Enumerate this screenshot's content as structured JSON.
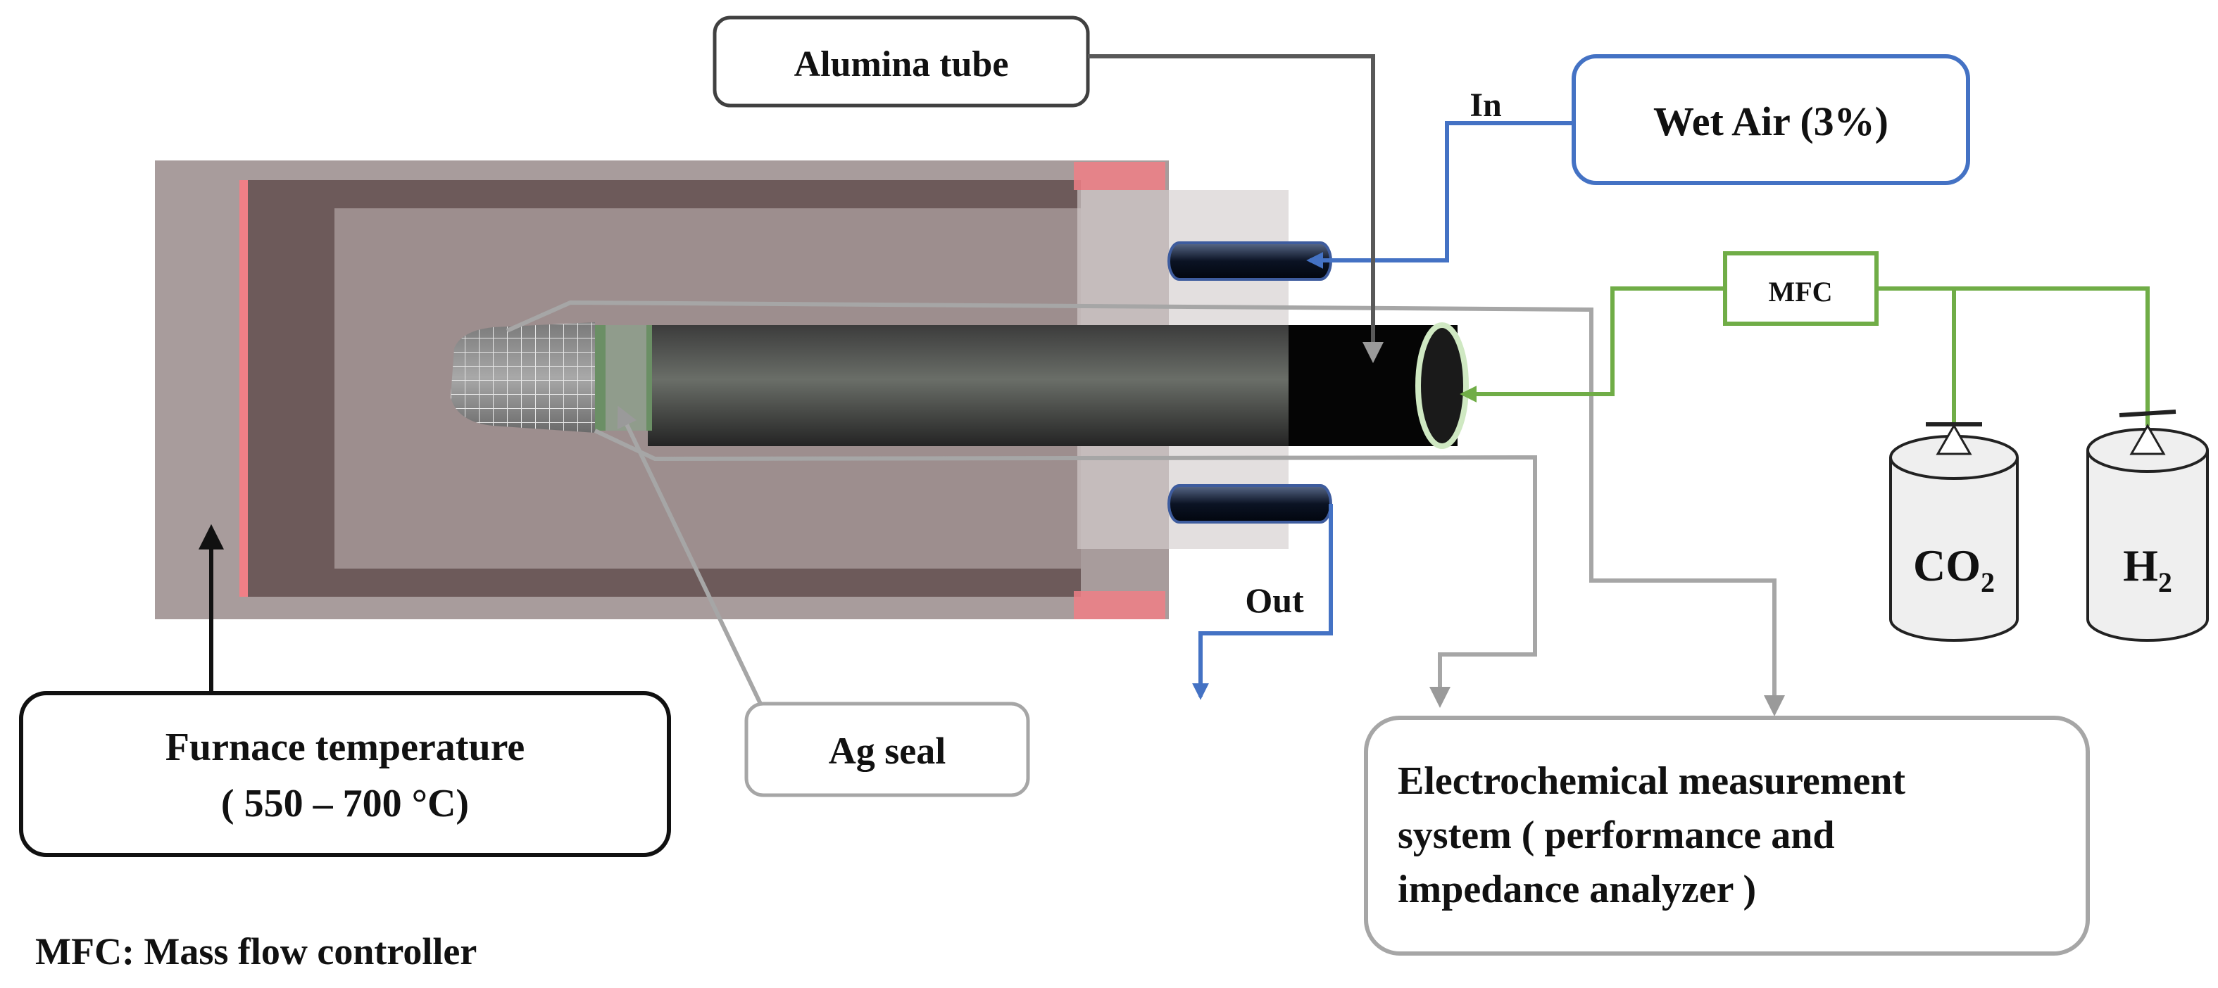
{
  "labels": {
    "alumina_tube": "Alumina tube",
    "inlet": "In",
    "wet_air": "Wet Air (3%)",
    "mfc": "MFC",
    "co2_main": "CO",
    "co2_sub": "2",
    "h2_main": "H",
    "h2_sub": "2",
    "outlet": "Out",
    "furnace_line1": "Furnace temperature",
    "furnace_line2": "( 550 – 700 °C)",
    "ag_seal": "Ag seal",
    "ems_line1": "Electrochemical measurement",
    "ems_line2": "system ( performance and",
    "ems_line3": "impedance analyzer )",
    "footnote": "MFC: Mass flow controller"
  },
  "colors": {
    "furnace_outer": "#a89c9c",
    "furnace_inner": "#6d5a5a",
    "furnace_chamber": "#9d8e8e",
    "heater_edge": "#f07f86",
    "air_line": "#4472c4",
    "gas_line": "#70ad47",
    "wire": "#a6a6a6",
    "box_border": "#404040"
  }
}
